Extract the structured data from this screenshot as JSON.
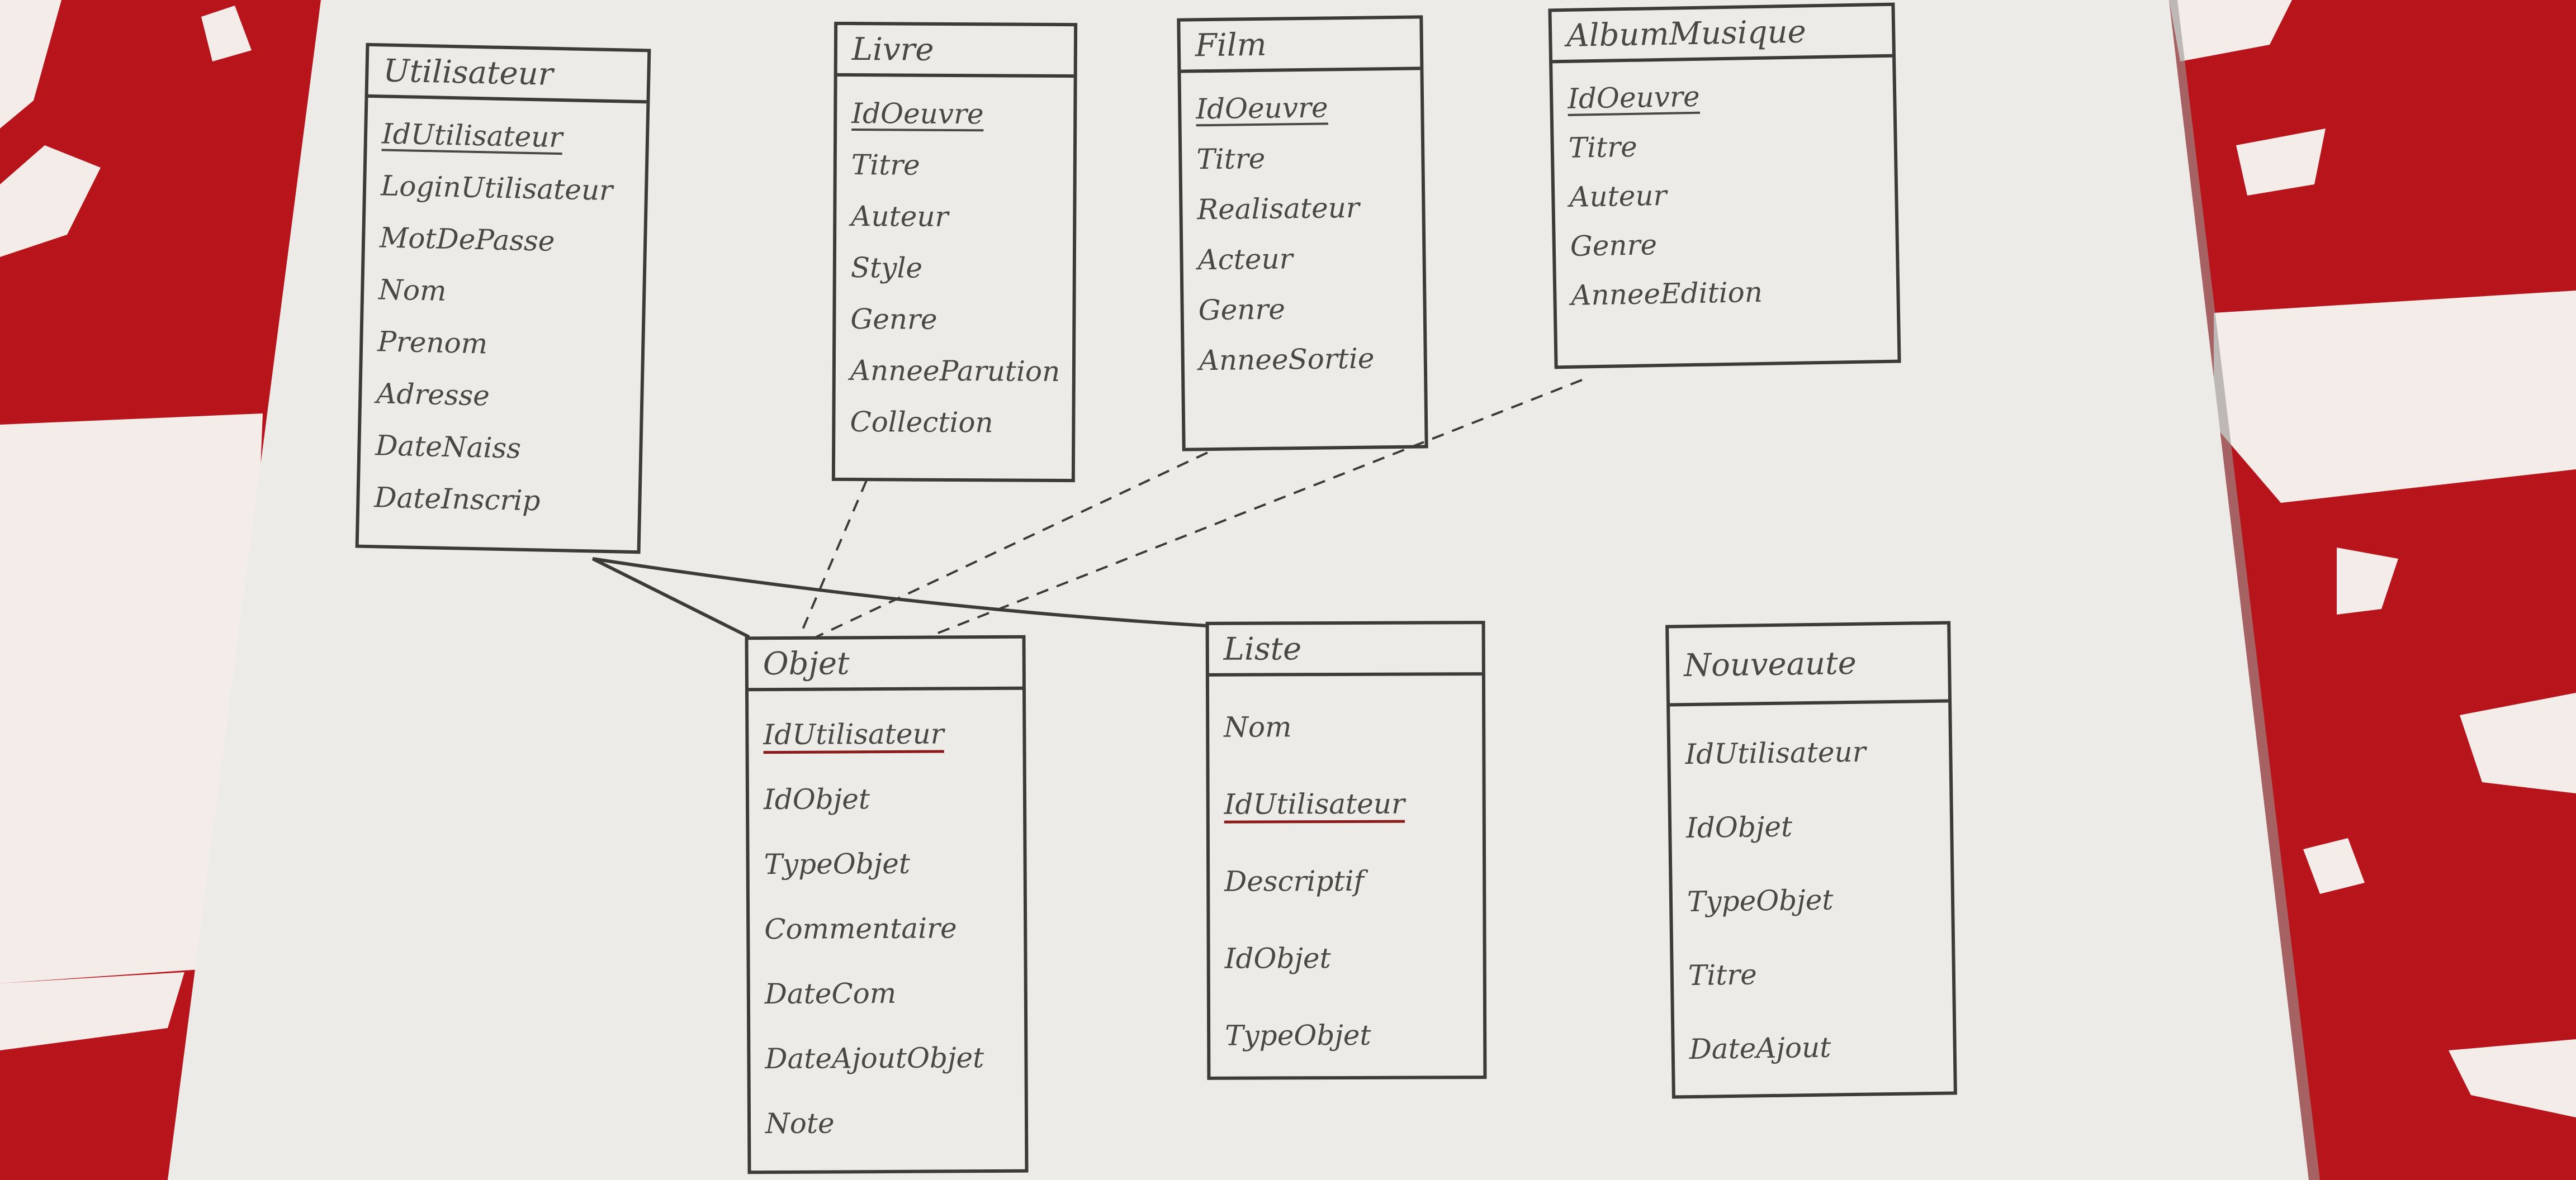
{
  "colors": {
    "cloth_red": "#b8141c",
    "cloth_white": "#f3ece8",
    "paper": "#ecebe7",
    "ink": "#3d3b39",
    "fk_underline": "#8b1a1a"
  },
  "entities": [
    {
      "key": "utilisateur",
      "title": "Utilisateur",
      "attributes": [
        {
          "text": "IdUtilisateur",
          "key_type": "pk"
        },
        {
          "text": "LoginUtilisateur",
          "key_type": ""
        },
        {
          "text": "MotDePasse",
          "key_type": ""
        },
        {
          "text": "Nom",
          "key_type": ""
        },
        {
          "text": "Prenom",
          "key_type": ""
        },
        {
          "text": "Adresse",
          "key_type": ""
        },
        {
          "text": "DateNaiss",
          "key_type": ""
        },
        {
          "text": "DateInscrip",
          "key_type": ""
        }
      ]
    },
    {
      "key": "livre",
      "title": "Livre",
      "attributes": [
        {
          "text": "IdOeuvre",
          "key_type": "pk"
        },
        {
          "text": "Titre",
          "key_type": ""
        },
        {
          "text": "Auteur",
          "key_type": ""
        },
        {
          "text": "Style",
          "key_type": ""
        },
        {
          "text": "Genre",
          "key_type": ""
        },
        {
          "text": "AnneeParution",
          "key_type": ""
        },
        {
          "text": "Collection",
          "key_type": ""
        }
      ]
    },
    {
      "key": "film",
      "title": "Film",
      "attributes": [
        {
          "text": "IdOeuvre",
          "key_type": "pk"
        },
        {
          "text": "Titre",
          "key_type": ""
        },
        {
          "text": "Realisateur",
          "key_type": ""
        },
        {
          "text": "Acteur",
          "key_type": ""
        },
        {
          "text": "Genre",
          "key_type": ""
        },
        {
          "text": "AnneeSortie",
          "key_type": ""
        }
      ]
    },
    {
      "key": "album-musique",
      "title": "AlbumMusique",
      "attributes": [
        {
          "text": "IdOeuvre",
          "key_type": "pk"
        },
        {
          "text": "Titre",
          "key_type": ""
        },
        {
          "text": "Auteur",
          "key_type": ""
        },
        {
          "text": "Genre",
          "key_type": ""
        },
        {
          "text": "AnneeEdition",
          "key_type": ""
        }
      ]
    },
    {
      "key": "objet",
      "title": "Objet",
      "attributes": [
        {
          "text": "IdUtilisateur",
          "key_type": "fk"
        },
        {
          "text": "IdObjet",
          "key_type": ""
        },
        {
          "text": "TypeObjet",
          "key_type": ""
        },
        {
          "text": "Commentaire",
          "key_type": ""
        },
        {
          "text": "DateCom",
          "key_type": ""
        },
        {
          "text": "DateAjoutObjet",
          "key_type": ""
        },
        {
          "text": "Note",
          "key_type": ""
        }
      ]
    },
    {
      "key": "liste",
      "title": "Liste",
      "attributes": [
        {
          "text": "Nom",
          "key_type": ""
        },
        {
          "text": "IdUtilisateur",
          "key_type": "fk"
        },
        {
          "text": "Descriptif",
          "key_type": ""
        },
        {
          "text": "IdObjet",
          "key_type": ""
        },
        {
          "text": "TypeObjet",
          "key_type": ""
        }
      ]
    },
    {
      "key": "nouveaute",
      "title": "Nouveaute",
      "attributes": [
        {
          "text": "IdUtilisateur",
          "key_type": ""
        },
        {
          "text": "IdObjet",
          "key_type": ""
        },
        {
          "text": "TypeObjet",
          "key_type": ""
        },
        {
          "text": "Titre",
          "key_type": ""
        },
        {
          "text": "DateAjout",
          "key_type": ""
        }
      ]
    }
  ],
  "relationships": [
    {
      "from": "utilisateur",
      "to": "objet",
      "style": "solid"
    },
    {
      "from": "utilisateur",
      "to": "liste",
      "style": "solid"
    },
    {
      "from": "livre",
      "to": "objet",
      "style": "dashed"
    },
    {
      "from": "film",
      "to": "objet",
      "style": "dashed"
    },
    {
      "from": "album-musique",
      "to": "objet",
      "style": "dashed"
    }
  ]
}
